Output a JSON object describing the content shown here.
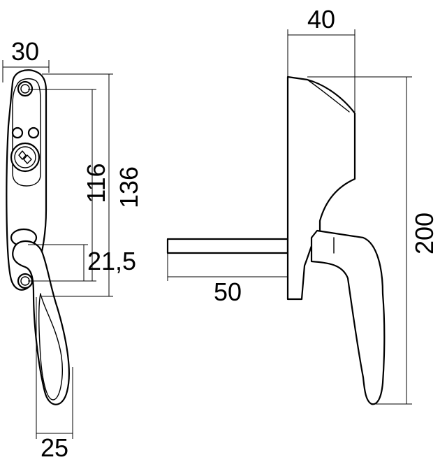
{
  "drawing": {
    "front_view": {
      "dim_width_top": "30",
      "dim_fixing_inner": "116",
      "dim_fixing_outer": "136",
      "dim_handle_offset": "21,5",
      "dim_lever_width": "25"
    },
    "side_view": {
      "dim_depth_top": "40",
      "dim_spindle": "50",
      "dim_overall_height": "200"
    },
    "colors": {
      "line": "#000000",
      "background": "#ffffff"
    }
  }
}
